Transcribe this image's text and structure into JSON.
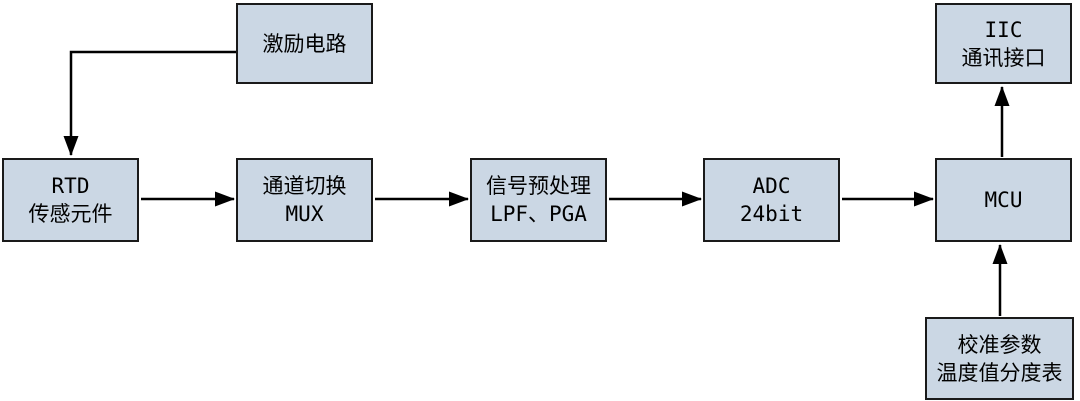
{
  "diagram": {
    "type": "block-diagram",
    "nodes": {
      "excitation": {
        "lines": [
          "激励电路"
        ]
      },
      "rtd": {
        "lines": [
          "RTD",
          "传感元件"
        ]
      },
      "mux": {
        "lines": [
          "通道切换",
          "MUX"
        ]
      },
      "preprocess": {
        "lines": [
          "信号预处理",
          "LPF、PGA"
        ]
      },
      "adc": {
        "lines": [
          "ADC",
          "24bit"
        ]
      },
      "mcu": {
        "lines": [
          "MCU"
        ]
      },
      "iic": {
        "lines": [
          "IIC",
          "通讯接口"
        ]
      },
      "calibration": {
        "lines": [
          "校准参数",
          "温度值分度表"
        ]
      }
    },
    "edges": [
      {
        "from": "excitation",
        "to": "rtd",
        "style": "elbow-left-then-down"
      },
      {
        "from": "rtd",
        "to": "mux"
      },
      {
        "from": "mux",
        "to": "preprocess"
      },
      {
        "from": "preprocess",
        "to": "adc"
      },
      {
        "from": "adc",
        "to": "mcu"
      },
      {
        "from": "mcu",
        "to": "iic"
      },
      {
        "from": "calibration",
        "to": "mcu"
      }
    ],
    "colors": {
      "node_fill": "#cbd7e4",
      "node_border": "#1a1a1a",
      "arrow": "#000000",
      "background": "#ffffff",
      "text": "#000000"
    }
  }
}
